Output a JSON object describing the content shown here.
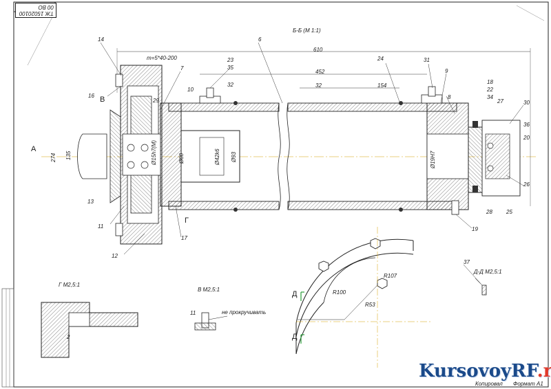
{
  "drawing_code": "ТЖ 15020100 00 ВО",
  "section_title": "Б-Б  (М 1:1)",
  "view_a": "А",
  "view_b": "В",
  "view_g": "Г",
  "watermark": {
    "text_main": "KursovoyRF",
    "text_accent": ".ru"
  },
  "dimensions": {
    "overall_length": "610",
    "d452": "452",
    "d32": "32",
    "d154": "154",
    "d274": "274",
    "d135": "135",
    "m8": "m=5*40-200",
    "bearing_left": "Ø15h7(M)",
    "bearing_right": "Ø19H7",
    "d80": "Ø80",
    "d42k6": "Ø42k6",
    "d93": "Ø93",
    "r100": "R100",
    "r107": "R107",
    "r53": "R53",
    "gap2": "2",
    "d11": "11"
  },
  "callouts": [
    "6",
    "14",
    "16",
    "7",
    "23",
    "35",
    "32",
    "24",
    "31",
    "9",
    "8",
    "18",
    "22",
    "34",
    "27",
    "30",
    "36",
    "20",
    "26",
    "25",
    "28",
    "29",
    "10",
    "13",
    "11",
    "12",
    "17",
    "19",
    "37"
  ],
  "details": {
    "detail_g": "Г  М2,5:1",
    "detail_v": "В  М2,5:1",
    "detail_v_note": "не прокручивать",
    "detail_d": "Д-Д  М2,5:1",
    "detail_d_callout": "37",
    "d_marker": "Д"
  },
  "title_block": {
    "bottom_sheet": "Формат  А1",
    "copied": "Копировал"
  }
}
